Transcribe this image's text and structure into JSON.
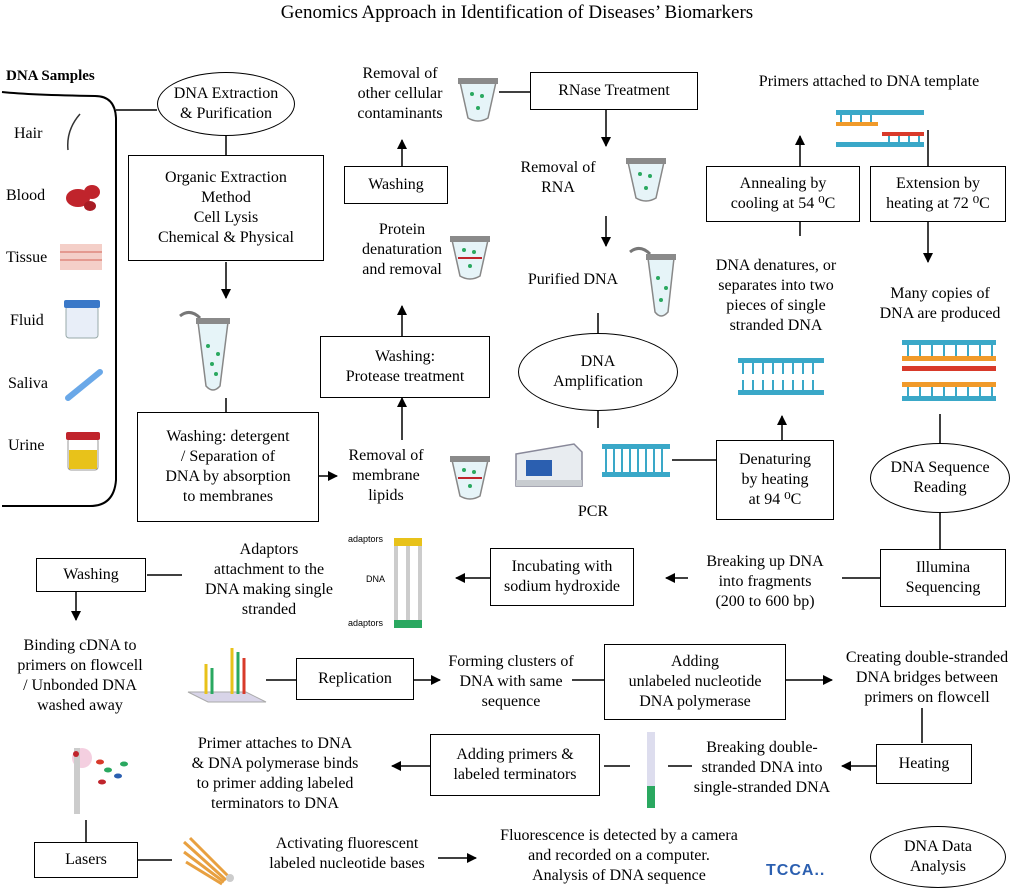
{
  "title": "Genomics Approach in Identification of Diseases’ Biomarkers",
  "samples": {
    "heading": "DNA Samples",
    "items": [
      "Hair",
      "Blood",
      "Tissue",
      "Fluid",
      "Saliva",
      "Urine"
    ]
  },
  "extraction": {
    "ellipse": "DNA Extraction\n& Purification",
    "organic": "Organic Extraction\nMethod\nCell Lysis\nChemical & Physical",
    "washing_detergent": "Washing: detergent\n/ Separation of\nDNA by absorption\nto membranes",
    "removal_membrane": "Removal of\nmembrane\nlipids",
    "washing_protease": "Washing:\nProtease treatment",
    "protein_denaturation": "Protein\ndenaturation\nand removal",
    "washing": "Washing",
    "removal_contaminants": "Removal of\nother cellular\ncontaminants",
    "rnase": "RNase Treatment",
    "removal_rna": "Removal of\nRNA",
    "purified_dna": "Purified DNA"
  },
  "amplification": {
    "ellipse": "DNA\nAmplification",
    "pcr": "PCR",
    "denaturing": "Denaturing\nby heating\nat 94 ⁰C",
    "dna_denatures": "DNA denatures, or\nseparates into two\npieces of single\nstranded DNA",
    "annealing": "Annealing by\ncooling at 54 ⁰C",
    "primers_attached": "Primers attached to DNA template",
    "extension": "Extension by\nheating at 72 ⁰C",
    "many_copies": "Many copies of\nDNA are produced"
  },
  "sequencing": {
    "ellipse": "DNA Sequence\nReading",
    "illumina": "Illumina\nSequencing",
    "breaking_up": "Breaking up DNA\ninto fragments\n(200 to 600 bp)",
    "incubating": "Incubating with\nsodium hydroxide",
    "adaptors": "Adaptors\nattachment to the\nDNA making single\nstranded",
    "adaptor_label_top": "adaptors",
    "adaptor_label_mid": "DNA",
    "adaptor_label_bot": "adaptors",
    "washing": "Washing",
    "binding": "Binding cDNA to\nprimers on flowcell\n/ Unbonded DNA\nwashed away",
    "replication": "Replication",
    "clusters": "Forming clusters of\nDNA with same\nsequence",
    "adding_unlabeled": "Adding\nunlabeled nucleotide\nDNA polymerase",
    "bridges": "Creating double-stranded\nDNA bridges between\nprimers on flowcell",
    "heating": "Heating",
    "breaking_double": "Breaking double-\nstranded DNA into\nsingle-stranded DNA",
    "adding_primers": "Adding primers &\nlabeled terminators",
    "primer_attaches": "Primer attaches to DNA\n& DNA polymerase binds\nto primer adding labeled\nterminators to DNA",
    "lasers": "Lasers",
    "activating": "Activating fluorescent\nlabeled nucleotide bases",
    "fluorescence": "Fluorescence is detected by a camera\nand recorded on a computer.\nAnalysis of DNA sequence",
    "data_analysis": "DNA Data\nAnalysis",
    "tcca": "TCCA.."
  },
  "colors": {
    "blood": "#c0242c",
    "urine": "#e8c21a",
    "fluid_cap": "#3a78c8",
    "tube_cap": "#8a8a8a",
    "dna_teal": "#3aa8c8",
    "dna_red": "#d83a2a",
    "dna_orange": "#f09a2a"
  }
}
